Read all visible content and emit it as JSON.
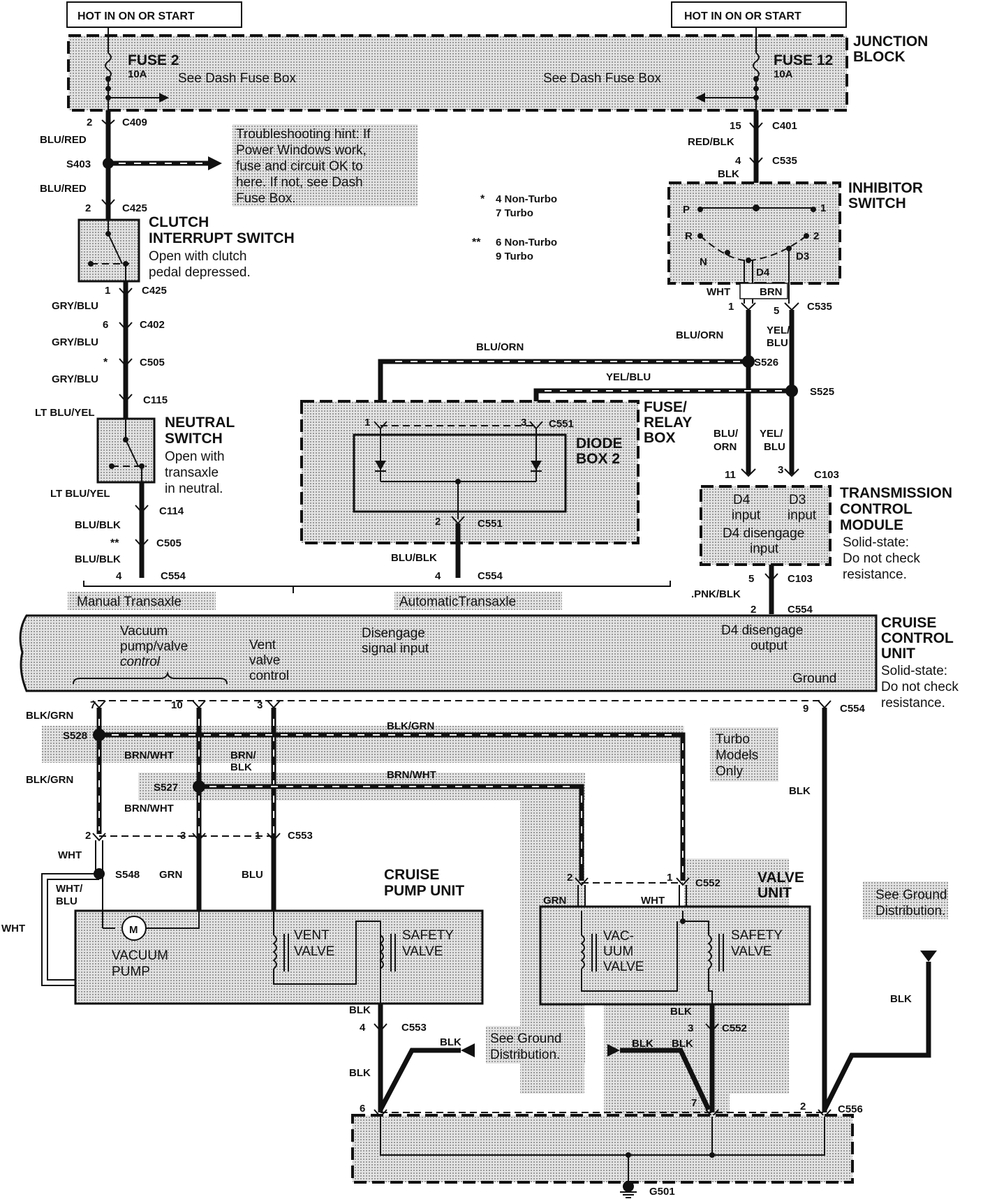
{
  "power": {
    "left_source": "HOT IN ON OR START",
    "right_source": "HOT IN ON OR START",
    "junction_block": [
      "JUNCTION",
      "BLOCK"
    ],
    "fuse_left": "FUSE 2",
    "fuse_left_amp": "10A",
    "fuse_right": "FUSE 12",
    "fuse_right_amp": "10A",
    "see_dash_left": "See Dash Fuse Box",
    "see_dash_right": "See Dash Fuse Box"
  },
  "hint": {
    "lines": [
      "Troubleshooting hint: If",
      "Power Windows work,",
      "fuse and circuit OK to",
      "here. If not, see Dash",
      "Fuse Box."
    ]
  },
  "notes": {
    "star1": "*",
    "star1_a": "4 Non-Turbo",
    "star1_b": "7 Turbo",
    "star2": "**",
    "star2_a": "6 Non-Turbo",
    "star2_b": "9 Turbo"
  },
  "left_chain": {
    "pin_c409": "2",
    "c409": "C409",
    "w1": "BLU/RED",
    "s403": "S403",
    "w2": "BLU/RED",
    "pin_c425a": "2",
    "c425a": "C425",
    "clutch_title": [
      "CLUTCH",
      "INTERRUPT SWITCH"
    ],
    "clutch_desc": [
      "Open with clutch",
      "pedal depressed."
    ],
    "pin_c425b": "1",
    "c425b": "C425",
    "w3": "GRY/BLU",
    "pin_c402": "6",
    "c402": "C402",
    "w4": "GRY/BLU",
    "pin_c505a": "*",
    "c505a": "C505",
    "w5": "GRY/BLU",
    "c115": "C115",
    "w6": "LT BLU/YEL",
    "neutral_title": [
      "NEUTRAL",
      "SWITCH"
    ],
    "neutral_desc": [
      "Open with",
      "transaxle",
      "in neutral."
    ],
    "w7": "LT BLU/YEL",
    "c114": "C114",
    "w8": "BLU/BLK",
    "pin_c505b": "**",
    "c505b": "C505",
    "w9": "BLU/BLK",
    "pin_c554a": "4",
    "c554a": "C554"
  },
  "middle": {
    "w_bluorn": "BLU/ORN",
    "w_yelblu": "YEL/BLU",
    "pin_c551a": "1",
    "pin_c551b": "3",
    "c551a": "C551",
    "fuse_relay": [
      "FUSE/",
      "RELAY",
      "BOX"
    ],
    "diode": [
      "DIODE",
      "BOX 2"
    ],
    "pin_c551c": "2",
    "c551b": "C551",
    "w_blublk": "BLU/BLK",
    "pin_c554b": "4",
    "c554b": "C554"
  },
  "right_chain": {
    "pin_c401": "15",
    "c401": "C401",
    "w1": "RED/BLK",
    "pin_c535a": "4",
    "c535a": "C535",
    "w2": "BLK",
    "inhibitor": [
      "INHIBITOR",
      "SWITCH"
    ],
    "pos": [
      "P",
      "1",
      "R",
      "2",
      "N",
      "D3",
      "D4"
    ],
    "w_wht": "WHT",
    "w_brn": "BRN",
    "pin_c535b": "1",
    "pin_c535c": "5",
    "c535b": "C535",
    "w_bluorn": "BLU/ORN",
    "w_yelblu": [
      "YEL/",
      "BLU"
    ],
    "s526": "S526",
    "s525": "S525",
    "w_bluorn2": [
      "BLU/",
      "ORN"
    ],
    "w_yelblu2": [
      "YEL/",
      "BLU"
    ],
    "pin_c103a": "11",
    "pin_c103b": "3",
    "c103a": "C103",
    "tcm_title": [
      "TRANSMISSION",
      "CONTROL",
      "MODULE"
    ],
    "tcm_desc": [
      "Solid-state:",
      "Do not check",
      "resistance."
    ],
    "tcm_d4": [
      "D4",
      "input"
    ],
    "tcm_d3": [
      "D3",
      "input"
    ],
    "tcm_dis": [
      "D4 disengage",
      "input"
    ],
    "pin_c103c": "5",
    "c103b": "C103",
    "w3": ".PNK/BLK",
    "pin_c554c": "2",
    "c554c": "C554"
  },
  "transaxle": {
    "manual": "Manual Transaxle",
    "automatic": "AutomaticTransaxle"
  },
  "ccu": {
    "title": [
      "CRUISE",
      "CONTROL",
      "UNIT"
    ],
    "desc": [
      "Solid-state:",
      "Do not check",
      "resistance."
    ],
    "vac": [
      "Vacuum",
      "pump/valve",
      "control"
    ],
    "vent": [
      "Vent",
      "valve",
      "control"
    ],
    "dis": [
      "Disengage",
      "signal input"
    ],
    "d4": [
      "D4 disengage",
      "output"
    ],
    "ground": "Ground"
  },
  "lower": {
    "pin7": "7",
    "pin10": "10",
    "pin3": "3",
    "pin9": "9",
    "c554": "C554",
    "blkgrn_a": "BLK/GRN",
    "s528": "S528",
    "blkgrn_b": "BLK/GRN",
    "blkgrn_c": "BLK/GRN",
    "brnwht_a": "BRN/WHT",
    "brnblk": [
      "BRN/",
      "BLK"
    ],
    "s527": "S527",
    "brnwht_b": "BRN/WHT",
    "brnwht_c": "BRN/WHT",
    "turbo": [
      "Turbo",
      "Models",
      "Only"
    ],
    "blk_right": "BLK",
    "pin_553_2": "2",
    "pin_553_3": "3",
    "pin_553_1": "1",
    "c553a": "C553",
    "wht": "WHT",
    "s548": "S548",
    "grn": "GRN",
    "blu": "BLU",
    "whtblu": [
      "WHT/",
      "BLU"
    ],
    "wht_left": "WHT",
    "pump_title": [
      "CRUISE",
      "PUMP UNIT"
    ],
    "vac_pump": [
      "VACUUM",
      "PUMP"
    ],
    "motor": "M",
    "vent_valve": [
      "VENT",
      "VALVE"
    ],
    "safety_valve": [
      "SAFETY",
      "VALVE"
    ],
    "pin_552_2": "2",
    "pin_552_1": "1",
    "c552a": "C552",
    "valve_unit": [
      "VALVE",
      "UNIT"
    ],
    "grn2": "GRN",
    "wht2": "WHT",
    "vacuum_valve": [
      "VAC-",
      "UUM",
      "VALVE"
    ],
    "safety_valve2": [
      "SAFETY",
      "VALVE"
    ],
    "see_ground_r": [
      "See Ground",
      "Distribution."
    ],
    "blk_pump": "BLK",
    "pin_553_4": "4",
    "c553b": "C553",
    "blk_a": "BLK",
    "blk_b": "BLK",
    "see_ground_m": [
      "See Ground",
      "Distribution."
    ],
    "blk_v1": "BLK",
    "pin_552_3": "3",
    "c552b": "C552",
    "blk_v2": "BLK",
    "blk_v3": "BLK",
    "blk_far": "BLK",
    "pin6": "6",
    "pin7b": "7",
    "pin2": "2",
    "c556": "C556",
    "g501": "G501"
  }
}
